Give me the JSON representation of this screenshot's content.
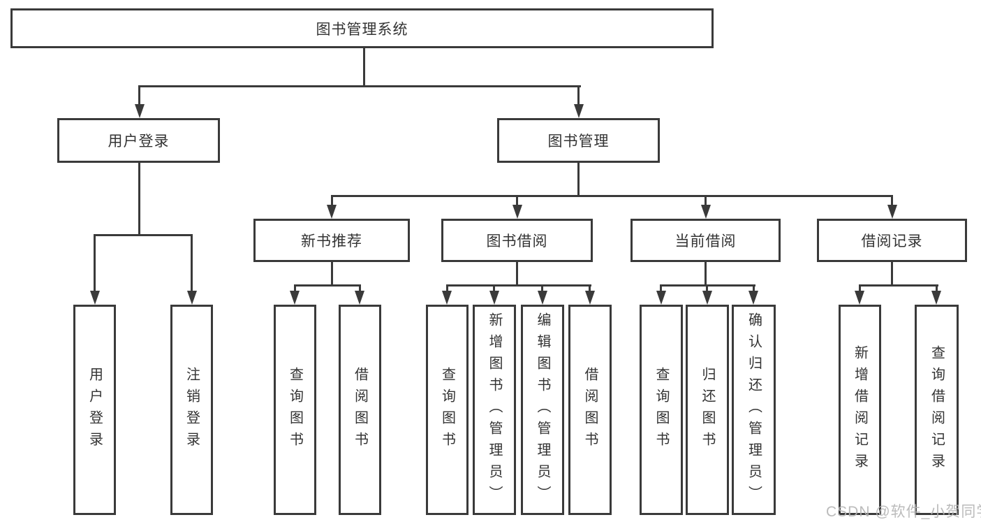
{
  "diagram": {
    "root": "图书管理系统",
    "branch_user": {
      "label": "用户登录",
      "children": [
        "用户登录",
        "注销登录"
      ]
    },
    "branch_book": {
      "label": "图书管理",
      "groups": [
        {
          "label": "新书推荐",
          "children": [
            "查询图书",
            "借阅图书"
          ]
        },
        {
          "label": "图书借阅",
          "children": [
            "查询图书",
            "新增图书（管理员）",
            "编辑图书（管理员）",
            "借阅图书"
          ]
        },
        {
          "label": "当前借阅",
          "children": [
            "查询图书",
            "归还图书",
            "确认归还（管理员）"
          ]
        },
        {
          "label": "借阅记录",
          "children": [
            "新增借阅记录",
            "查询借阅记录"
          ]
        }
      ]
    }
  },
  "watermark": "CSDN @软件_小贺同学",
  "colors": {
    "line": "#3a3a3a",
    "text": "#333333",
    "watermark": "#b4b4b4",
    "background": "#ffffff"
  }
}
